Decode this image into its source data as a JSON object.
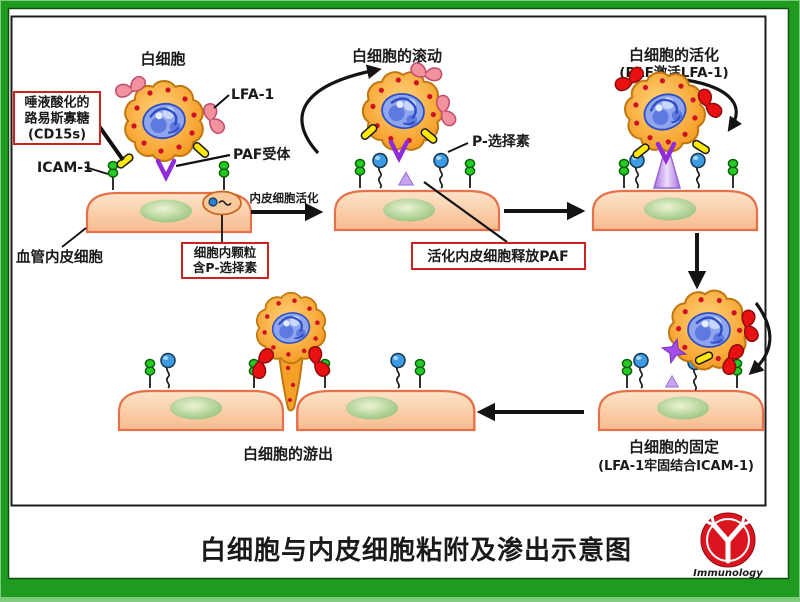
{
  "panel1": {
    "cell_label": "白细胞",
    "lfa1_label": "LFA-1",
    "cd15s_box": [
      "唾液酸化的",
      "路易斯寡糖",
      "(CD15s)"
    ],
    "paf_receptor_label": "PAF受体",
    "icam1_label": "ICAM-1",
    "vessel_label": "血管内皮细胞",
    "granule_box": [
      "细胞内颗粒",
      "含P-选择素"
    ]
  },
  "panel2": {
    "title": "白细胞的滚动",
    "p_selectin_label": "P-选择素",
    "transition_label": "内皮细胞活化",
    "paf_box": "活化内皮细胞释放PAF"
  },
  "panel3": {
    "title_line1": "白细胞的活化",
    "title_line2": "(PAF激活LFA-1)"
  },
  "panel4": {
    "title_line1": "白细胞的固定",
    "title_line2": "(LFA-1牢固结合ICAM-1)"
  },
  "panel5": {
    "title": "白细胞的游出"
  },
  "footer": {
    "title": "白细胞与内皮细胞粘附及渗出示意图"
  },
  "logo": {
    "caption": "Immunology"
  },
  "colors": {
    "frame_green": "#1f9c1f",
    "box_red": "#cc2222",
    "title_blue": "#2121cc",
    "logo_red": "#db1520"
  }
}
